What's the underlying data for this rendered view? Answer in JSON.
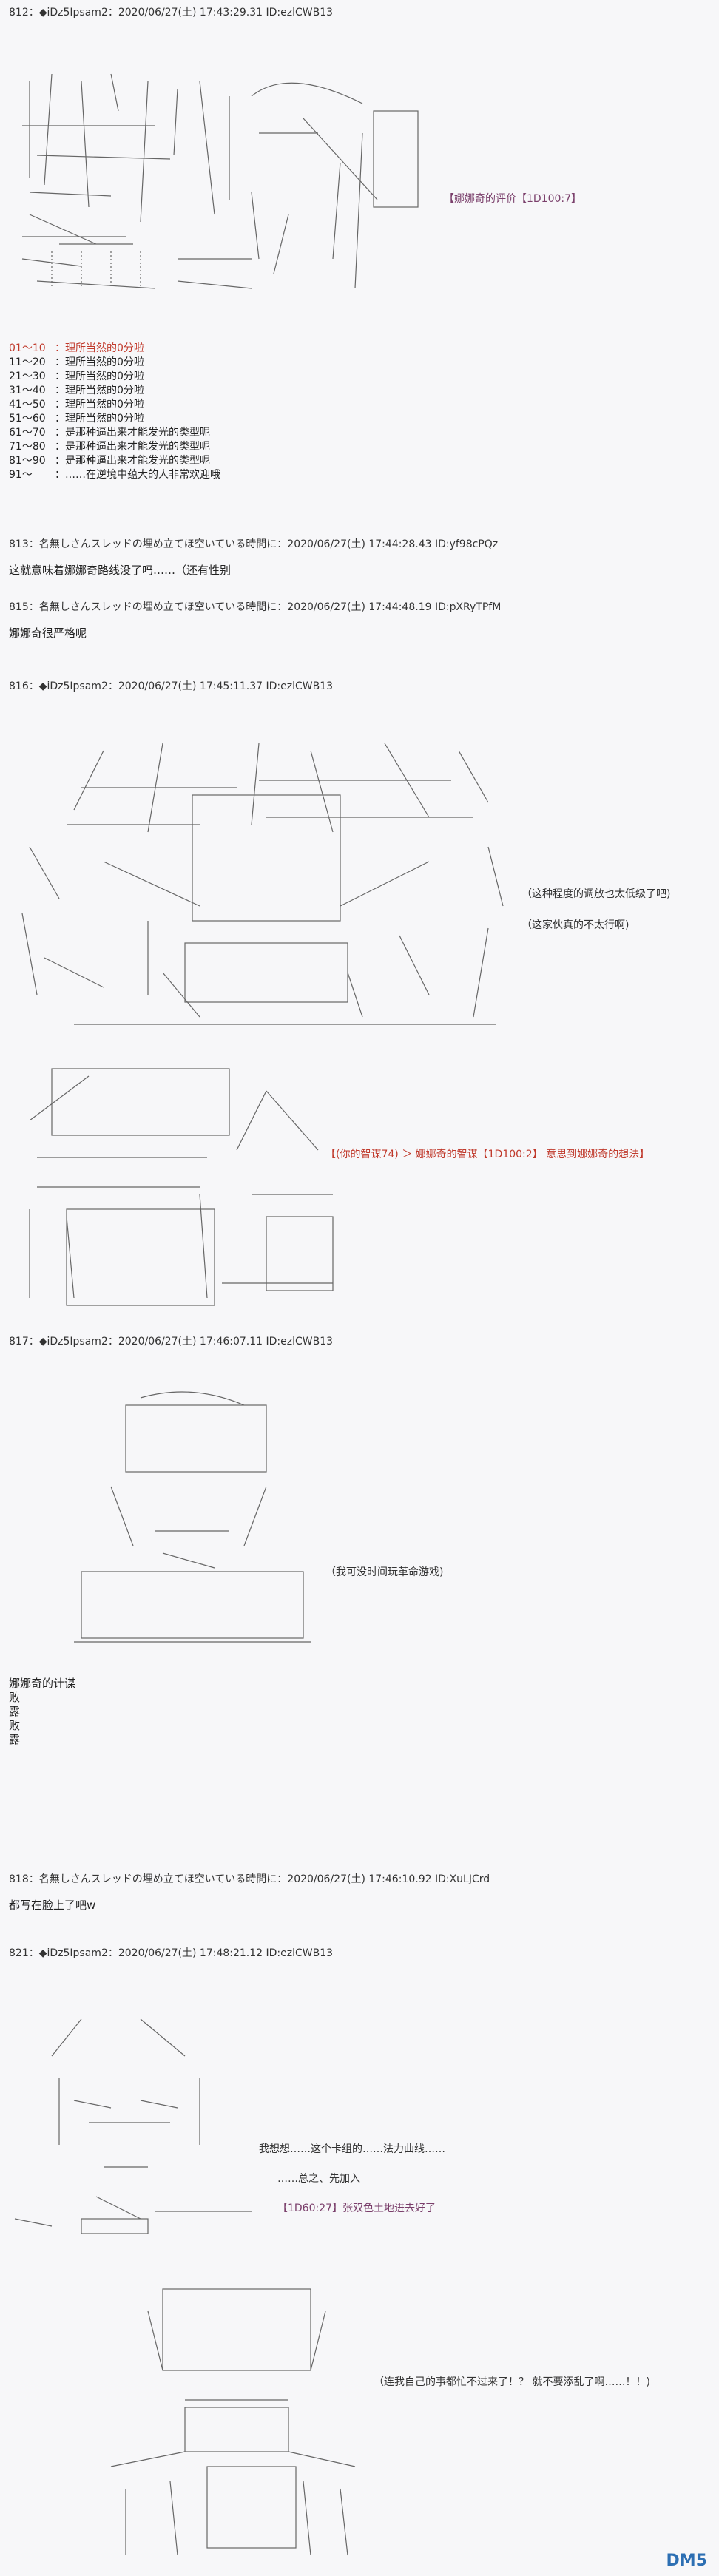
{
  "posts": [
    {
      "header": "812：◆iDz5Ipsam2：2020/06/27(土) 17:43:29.31 ID:ezlCWB13"
    },
    {
      "header": "813：名無しさんスレッドの埋め立てほ空いている時間に：2020/06/27(土) 17:44:28.43 ID:yf98cPQz"
    },
    {
      "header": "815：名無しさんスレッドの埋め立てほ空いている時間に：2020/06/27(土) 17:44:48.19 ID:pXRyTPfM"
    },
    {
      "header": "816：◆iDz5Ipsam2：2020/06/27(土) 17:45:11.37 ID:ezlCWB13"
    },
    {
      "header": "817：◆iDz5Ipsam2：2020/06/27(土) 17:46:07.11 ID:ezlCWB13"
    },
    {
      "header": "818：名無しさんスレッドの埋め立てほ空いている時間に：2020/06/27(土) 17:46:10.92 ID:XuLJCrd"
    },
    {
      "header": "821：◆iDz5Ipsam2：2020/06/27(土) 17:48:21.12 ID:ezlCWB13"
    }
  ],
  "p812": {
    "bracket": "【娜娜奇的评价【1D100:7】",
    "table": [
      {
        "range": "01～10",
        "text": "：理所当然的0分啦",
        "red": true
      },
      {
        "range": "11～20",
        "text": "：理所当然的0分啦",
        "red": false
      },
      {
        "range": "21～30",
        "text": "：理所当然的0分啦",
        "red": false
      },
      {
        "range": "31～40",
        "text": "：理所当然的0分啦",
        "red": false
      },
      {
        "range": "41～50",
        "text": "：理所当然的0分啦",
        "red": false
      },
      {
        "range": "51～60",
        "text": "：理所当然的0分啦",
        "red": false
      },
      {
        "range": "61～70",
        "text": "：是那种逼出来才能发光的类型呢",
        "red": false
      },
      {
        "range": "71～80",
        "text": "：是那种逼出来才能发光的类型呢",
        "red": false
      },
      {
        "range": "81～90",
        "text": "：是那种逼出来才能发光的类型呢",
        "red": false
      },
      {
        "range": "91～",
        "text": "：……在逆境中蕴大的人非常欢迎哦",
        "red": false
      }
    ]
  },
  "p813": {
    "text": "这就意味着娜娜奇路线没了吗……（还有性别"
  },
  "p815": {
    "text": "娜娜奇很严格呢"
  },
  "p816": {
    "bubble1": "（这种程度的调放也太低级了吧)",
    "bubble2": "（这家伙真的不太行啊)",
    "judge": "【(你的智谋74) ＞ 娜娜奇的智谋【1D100:2】 意思到娜娜奇的想法】"
  },
  "p817": {
    "bubble": "（我可没时间玩革命游戏)",
    "lines": [
      "娜娜奇的计谋",
      "败",
      "露",
      "败",
      "露"
    ]
  },
  "p818": {
    "text": "都写在脸上了吧w"
  },
  "p821": {
    "line1": "我想想……这个卡组的……法力曲线……",
    "line2": "……总之、先加入",
    "line3": "【1D60:27】张双色土地进去好了",
    "bubble": "（连我自己的事都忙不过来了！？ 就不要添乱了啊……！！)"
  },
  "logo": "DM5"
}
